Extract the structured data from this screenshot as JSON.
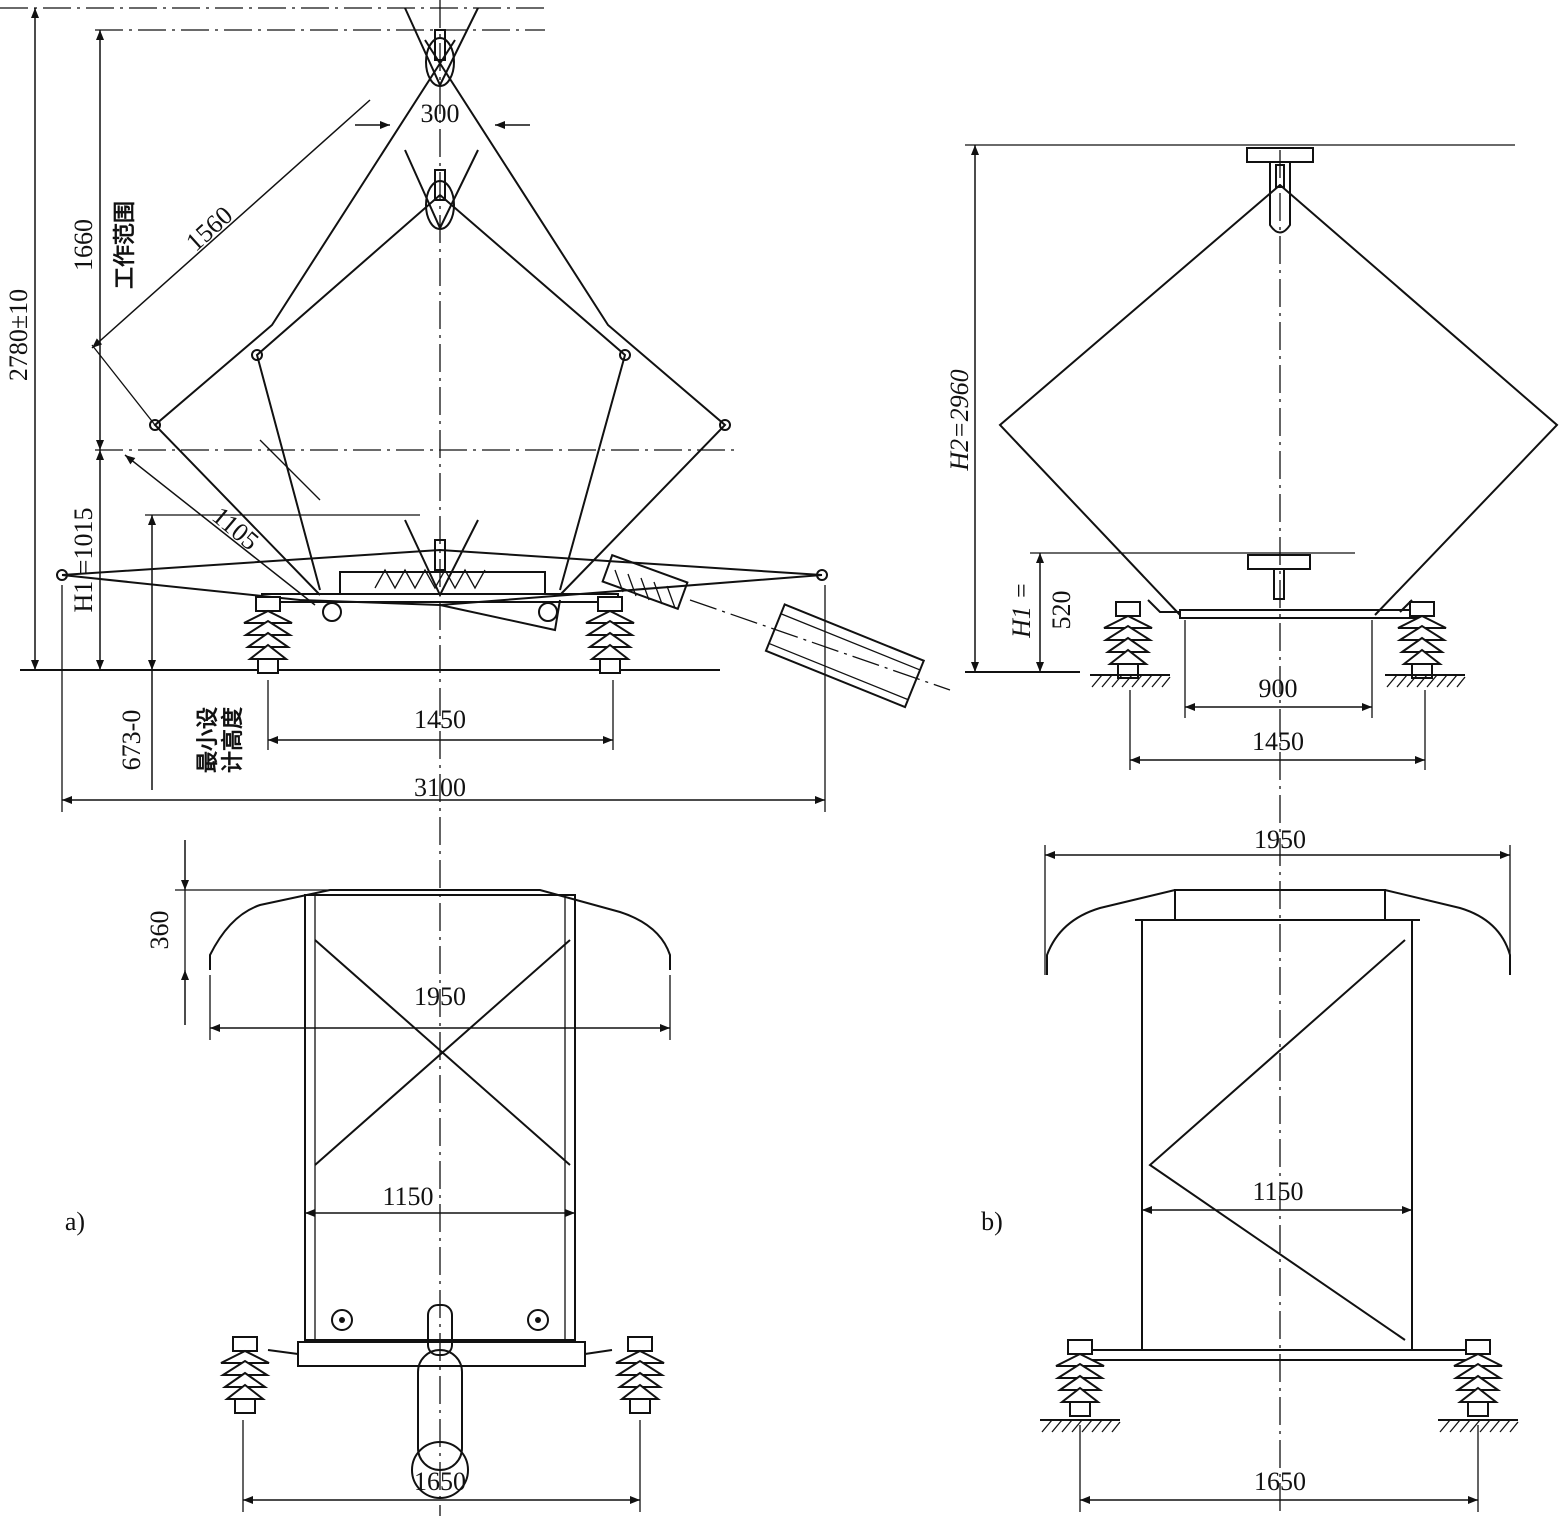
{
  "view_a": {
    "label": "a)",
    "dims": {
      "head_width": "300",
      "arm_length": "1560",
      "working_range": "1660",
      "working_range_label": "工作范围",
      "max_height": "2780±10",
      "h1": "H1 =1015",
      "lower_arm": "1105",
      "min_height_value": "673-0",
      "min_height_label_1": "最小设",
      "min_height_label_2": "计高度",
      "insulator_span": "1450",
      "total_length": "3100",
      "head_depth": "360",
      "head_width_plan": "1950",
      "frame_width": "1150",
      "base_width": "1650"
    }
  },
  "view_b": {
    "label": "b)",
    "dims": {
      "h2": "H2=2960",
      "h1_label": "H1 =",
      "h1_value": "520",
      "inner_span": "900",
      "insulator_span": "1450",
      "head_width_plan": "1950",
      "frame_width": "1150",
      "base_width": "1650"
    }
  }
}
